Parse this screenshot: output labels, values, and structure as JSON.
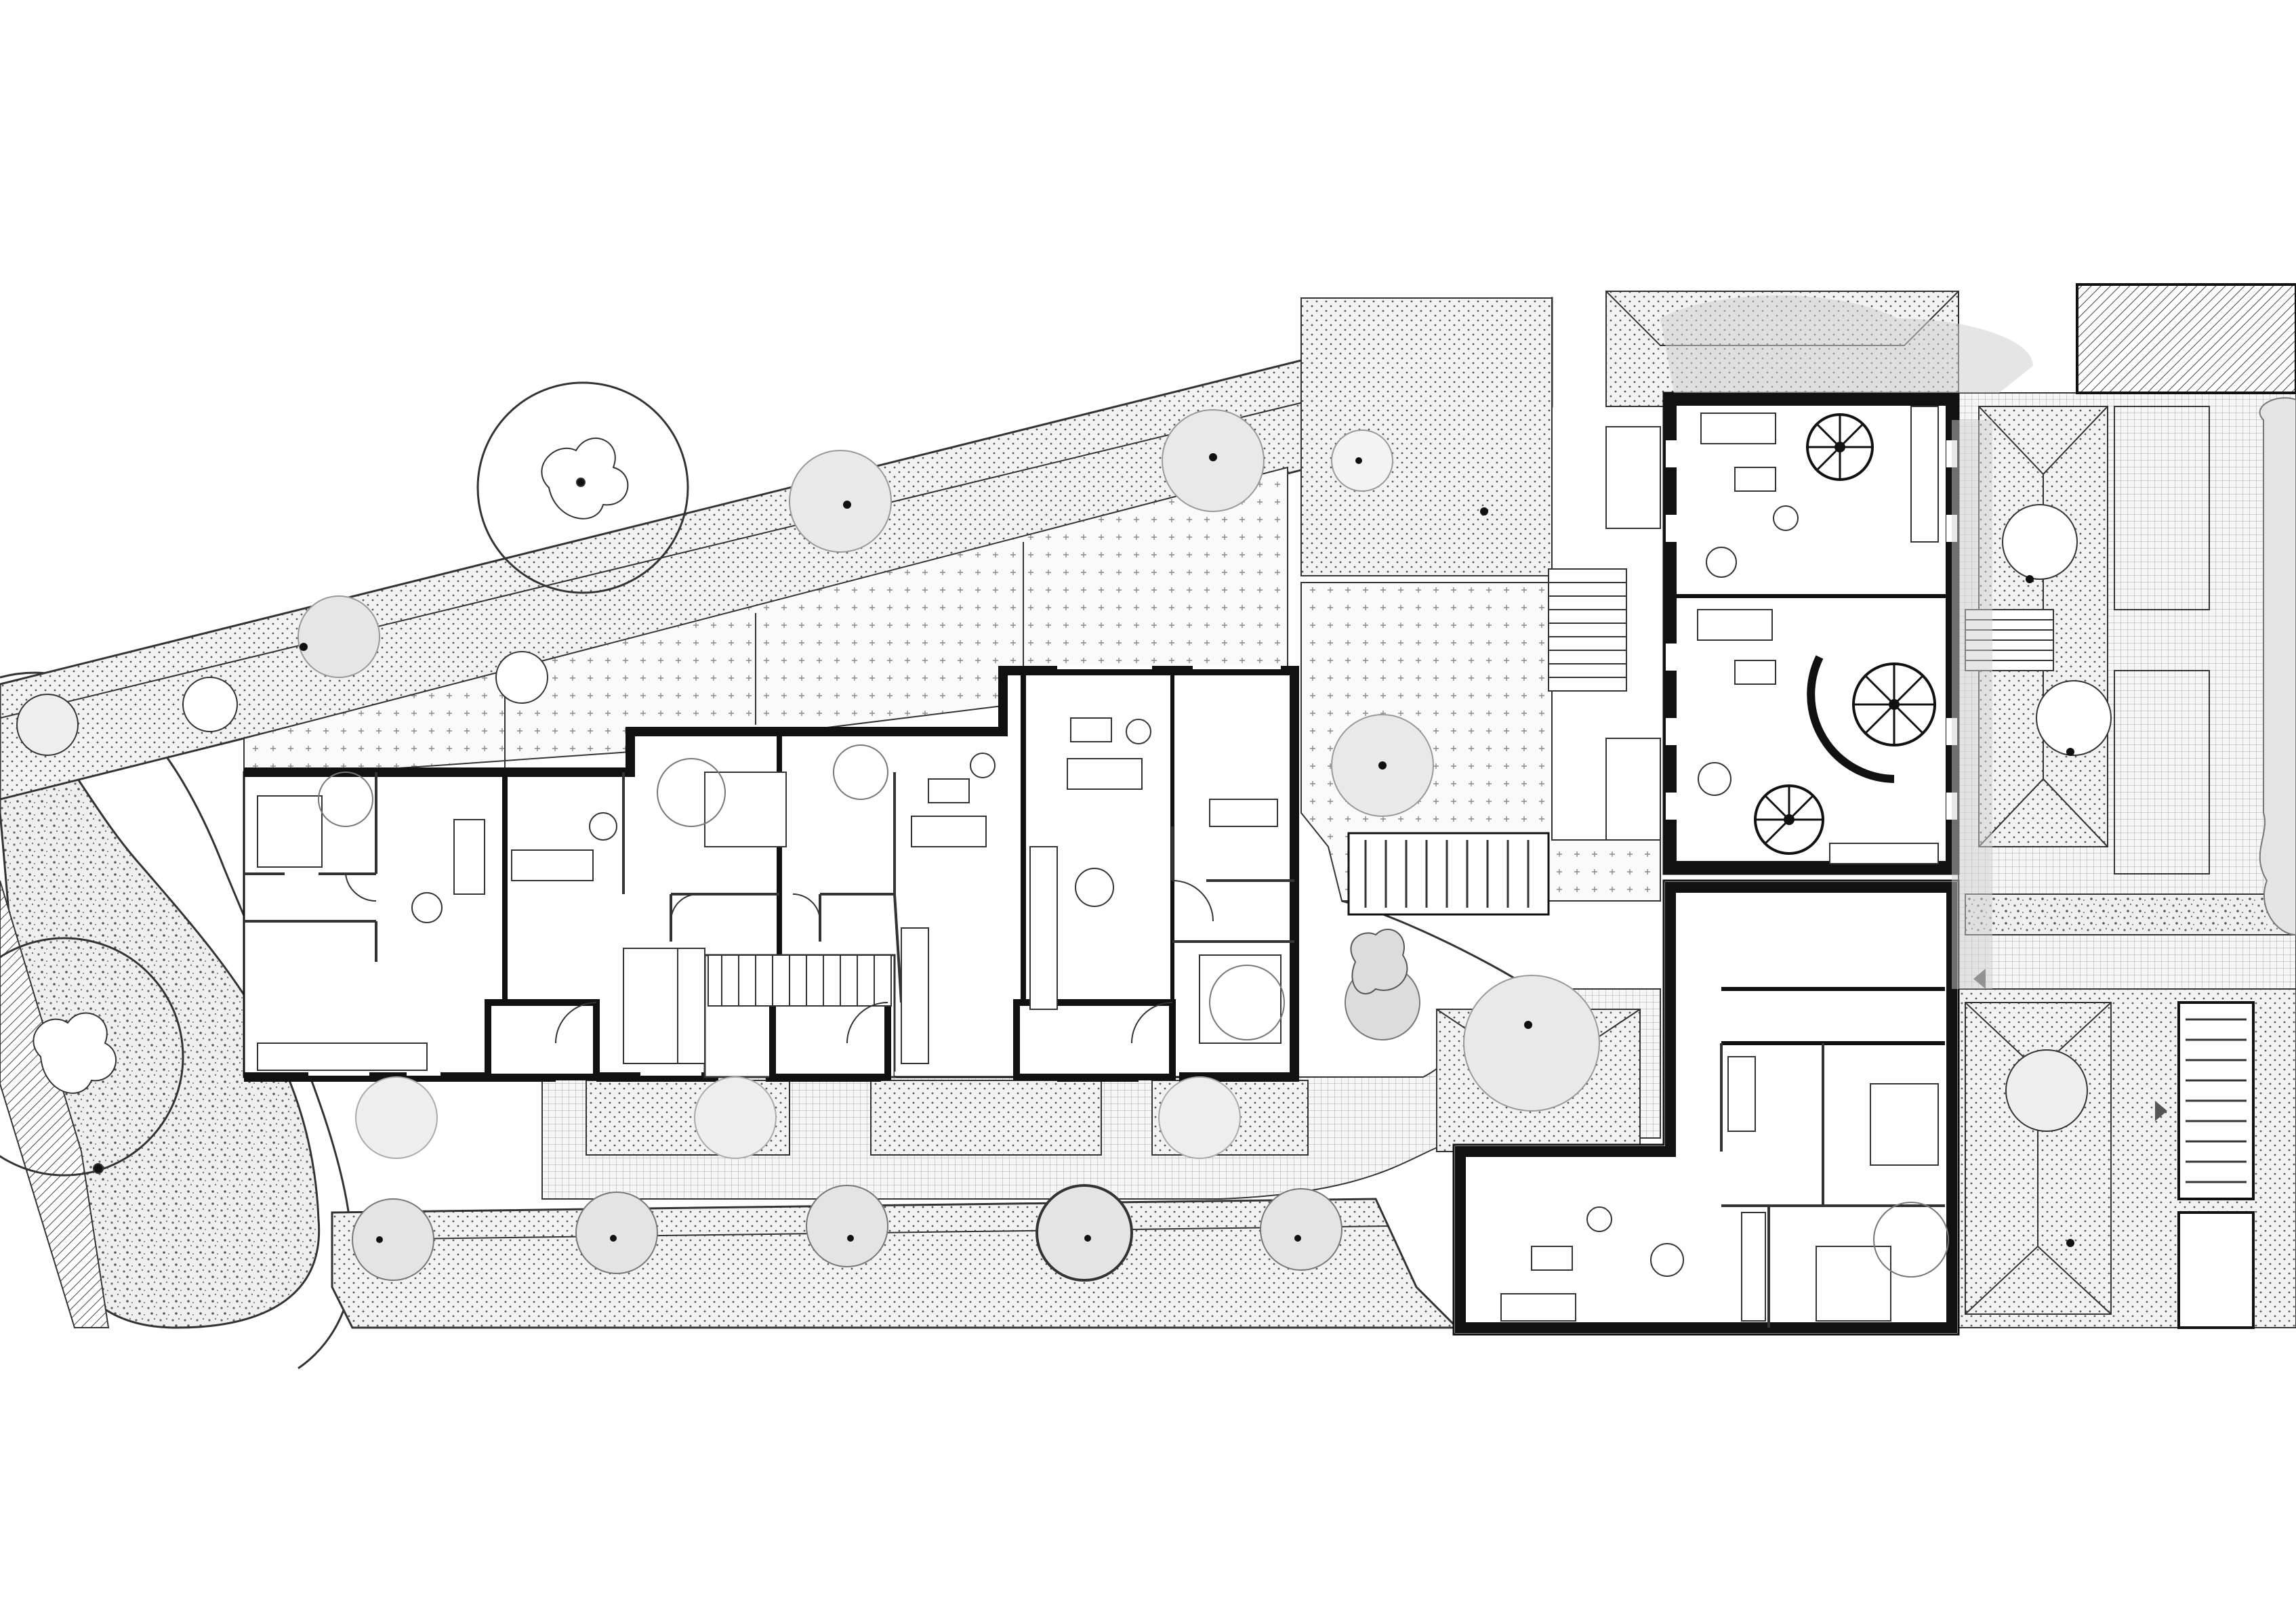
{
  "drawing": {
    "kind": "architectural ground floor site plan",
    "colors": {
      "background": "#ffffff",
      "wall": "#111111",
      "line": "#333333",
      "paving_fill": "#d9d9d9",
      "lawn_fill": "#e6e6e6",
      "shadow": "#cfcfcf",
      "roof_hatch": "#444444"
    },
    "buildings": [
      {
        "name": "west-row-houses",
        "units": 4
      },
      {
        "name": "east-tower-block",
        "units": 1
      },
      {
        "name": "south-annex",
        "units": 1
      }
    ],
    "features": [
      "spiral-staircases",
      "bicycle-rack",
      "entrance-steps",
      "trees",
      "hedges",
      "pitched-roof-outbuildings"
    ],
    "trees_count": 22,
    "spiral_stairs_count": 3
  }
}
